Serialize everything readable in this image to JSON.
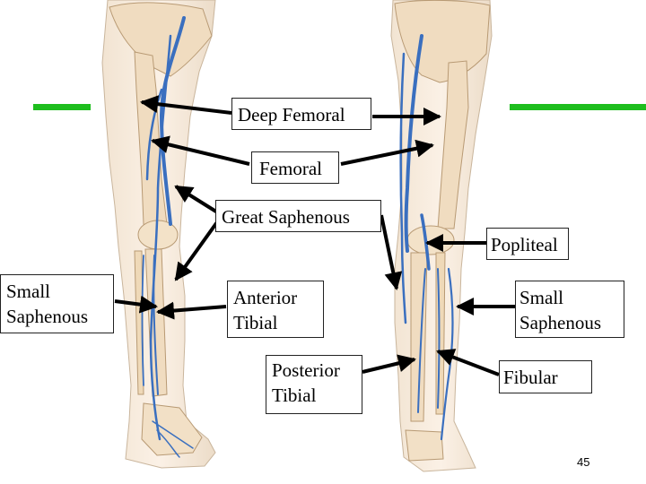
{
  "slide": {
    "page_number": "45",
    "accent_color": "#1ebe1e",
    "vein_color": "#3a6fbf",
    "bone_color": "#f0dcc0"
  },
  "labels": {
    "deep_femoral": "Deep Femoral",
    "femoral": "Femoral",
    "great_saphenous": "Great Saphenous",
    "popliteal": "Popliteal",
    "small_saphenous_left": "Small\nSaphenous",
    "anterior_tibial": "Anterior\nTibial",
    "small_saphenous_right": "Small\nSaphenous",
    "posterior_tibial": "Posterior\nTibial",
    "fibular": "Fibular"
  }
}
